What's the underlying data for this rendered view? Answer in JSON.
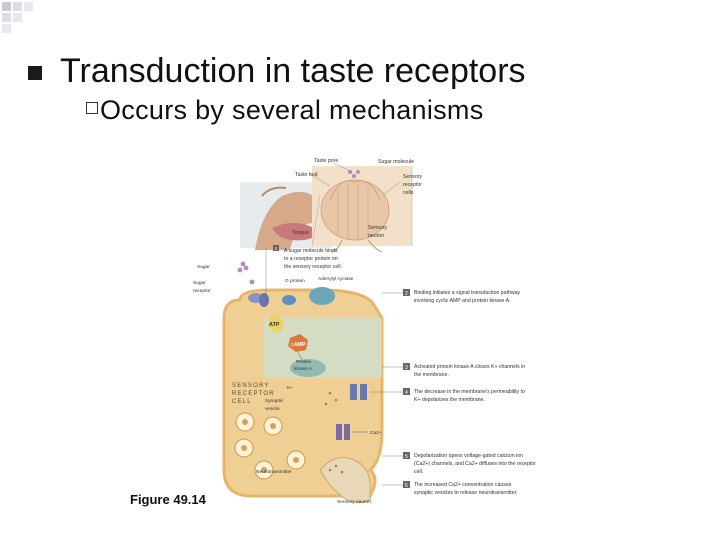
{
  "slide": {
    "title": "Transduction in taste receptors",
    "subtitle": "Occurs by several mechanisms"
  },
  "figure": {
    "caption": "Figure 49.14",
    "labels": {
      "taste_pore": "Taste pore",
      "sugar_molecule": "Sugar molecule",
      "taste_bud": "Taste bud",
      "sensory_receptor_cells": [
        "Sensory",
        "receptor",
        "cells"
      ],
      "tongue": "Tongue",
      "sensory_neuron_top": [
        "Sensory",
        "neuron"
      ],
      "sugar": "Sugar",
      "sugar_receptor": [
        "Sugar",
        "receptor"
      ],
      "g_protein": "G protein",
      "adenylyl_cyclase": "Adenylyl cyclase",
      "atp": "ATP",
      "camp": "cAMP",
      "protein_kinase": [
        "Protein",
        "kinase A"
      ],
      "sensory_receptor_cell": [
        "SENSORY",
        "RECEPTOR",
        "CELL"
      ],
      "synaptic_vesicle": [
        "Synaptic",
        "vesicle"
      ],
      "k_ion": "K+",
      "ca_ion": "Ca2+",
      "neurotransmitter": "Neurotransmitter",
      "sensory_neuron_bottom": "Sensory neuron"
    },
    "steps": [
      {
        "n": "1",
        "lines": [
          "A sugar molecule binds",
          "to a receptor protein on",
          "the sensory receptor cell."
        ]
      },
      {
        "n": "2",
        "lines": [
          "Binding initiates a signal transduction pathway",
          "involving cyclic AMP and protein kinase A."
        ]
      },
      {
        "n": "3",
        "lines": [
          "Activated protein kinase A closes K+ channels in",
          "the membrane."
        ]
      },
      {
        "n": "4",
        "lines": [
          "The decrease in the membrane's permeability to",
          "K+ depolarizes the membrane."
        ]
      },
      {
        "n": "5",
        "lines": [
          "Depolarization opens voltage-gated calcium ion",
          "(Ca2+) channels, and Ca2+ diffuses into the receptor",
          "cell."
        ]
      },
      {
        "n": "6",
        "lines": [
          "The increased Ca2+ concentration causes",
          "synaptic vesicles to release neurotransmitter."
        ]
      }
    ]
  }
}
